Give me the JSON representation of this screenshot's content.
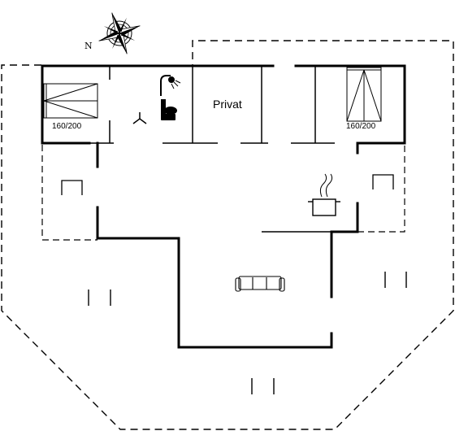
{
  "compass": {
    "north_letter": "N",
    "icon": "compass-rose-icon"
  },
  "rooms": {
    "bedroom_left": {
      "bed_size": "160/200",
      "icon": "double-bed-icon"
    },
    "bedroom_right": {
      "bed_size": "160/200",
      "icon": "double-bed-icon"
    },
    "private_room": {
      "label": "Privat"
    },
    "bathroom": {
      "icons": [
        "shower-icon",
        "toilet-icon"
      ]
    },
    "kitchen": {
      "icon": "cooking-pot-icon"
    },
    "living_room": {
      "icon": "sofa-icon"
    }
  },
  "terraces": {
    "icons": [
      "terrace-chair-icon",
      "terrace-chair-icon"
    ]
  }
}
